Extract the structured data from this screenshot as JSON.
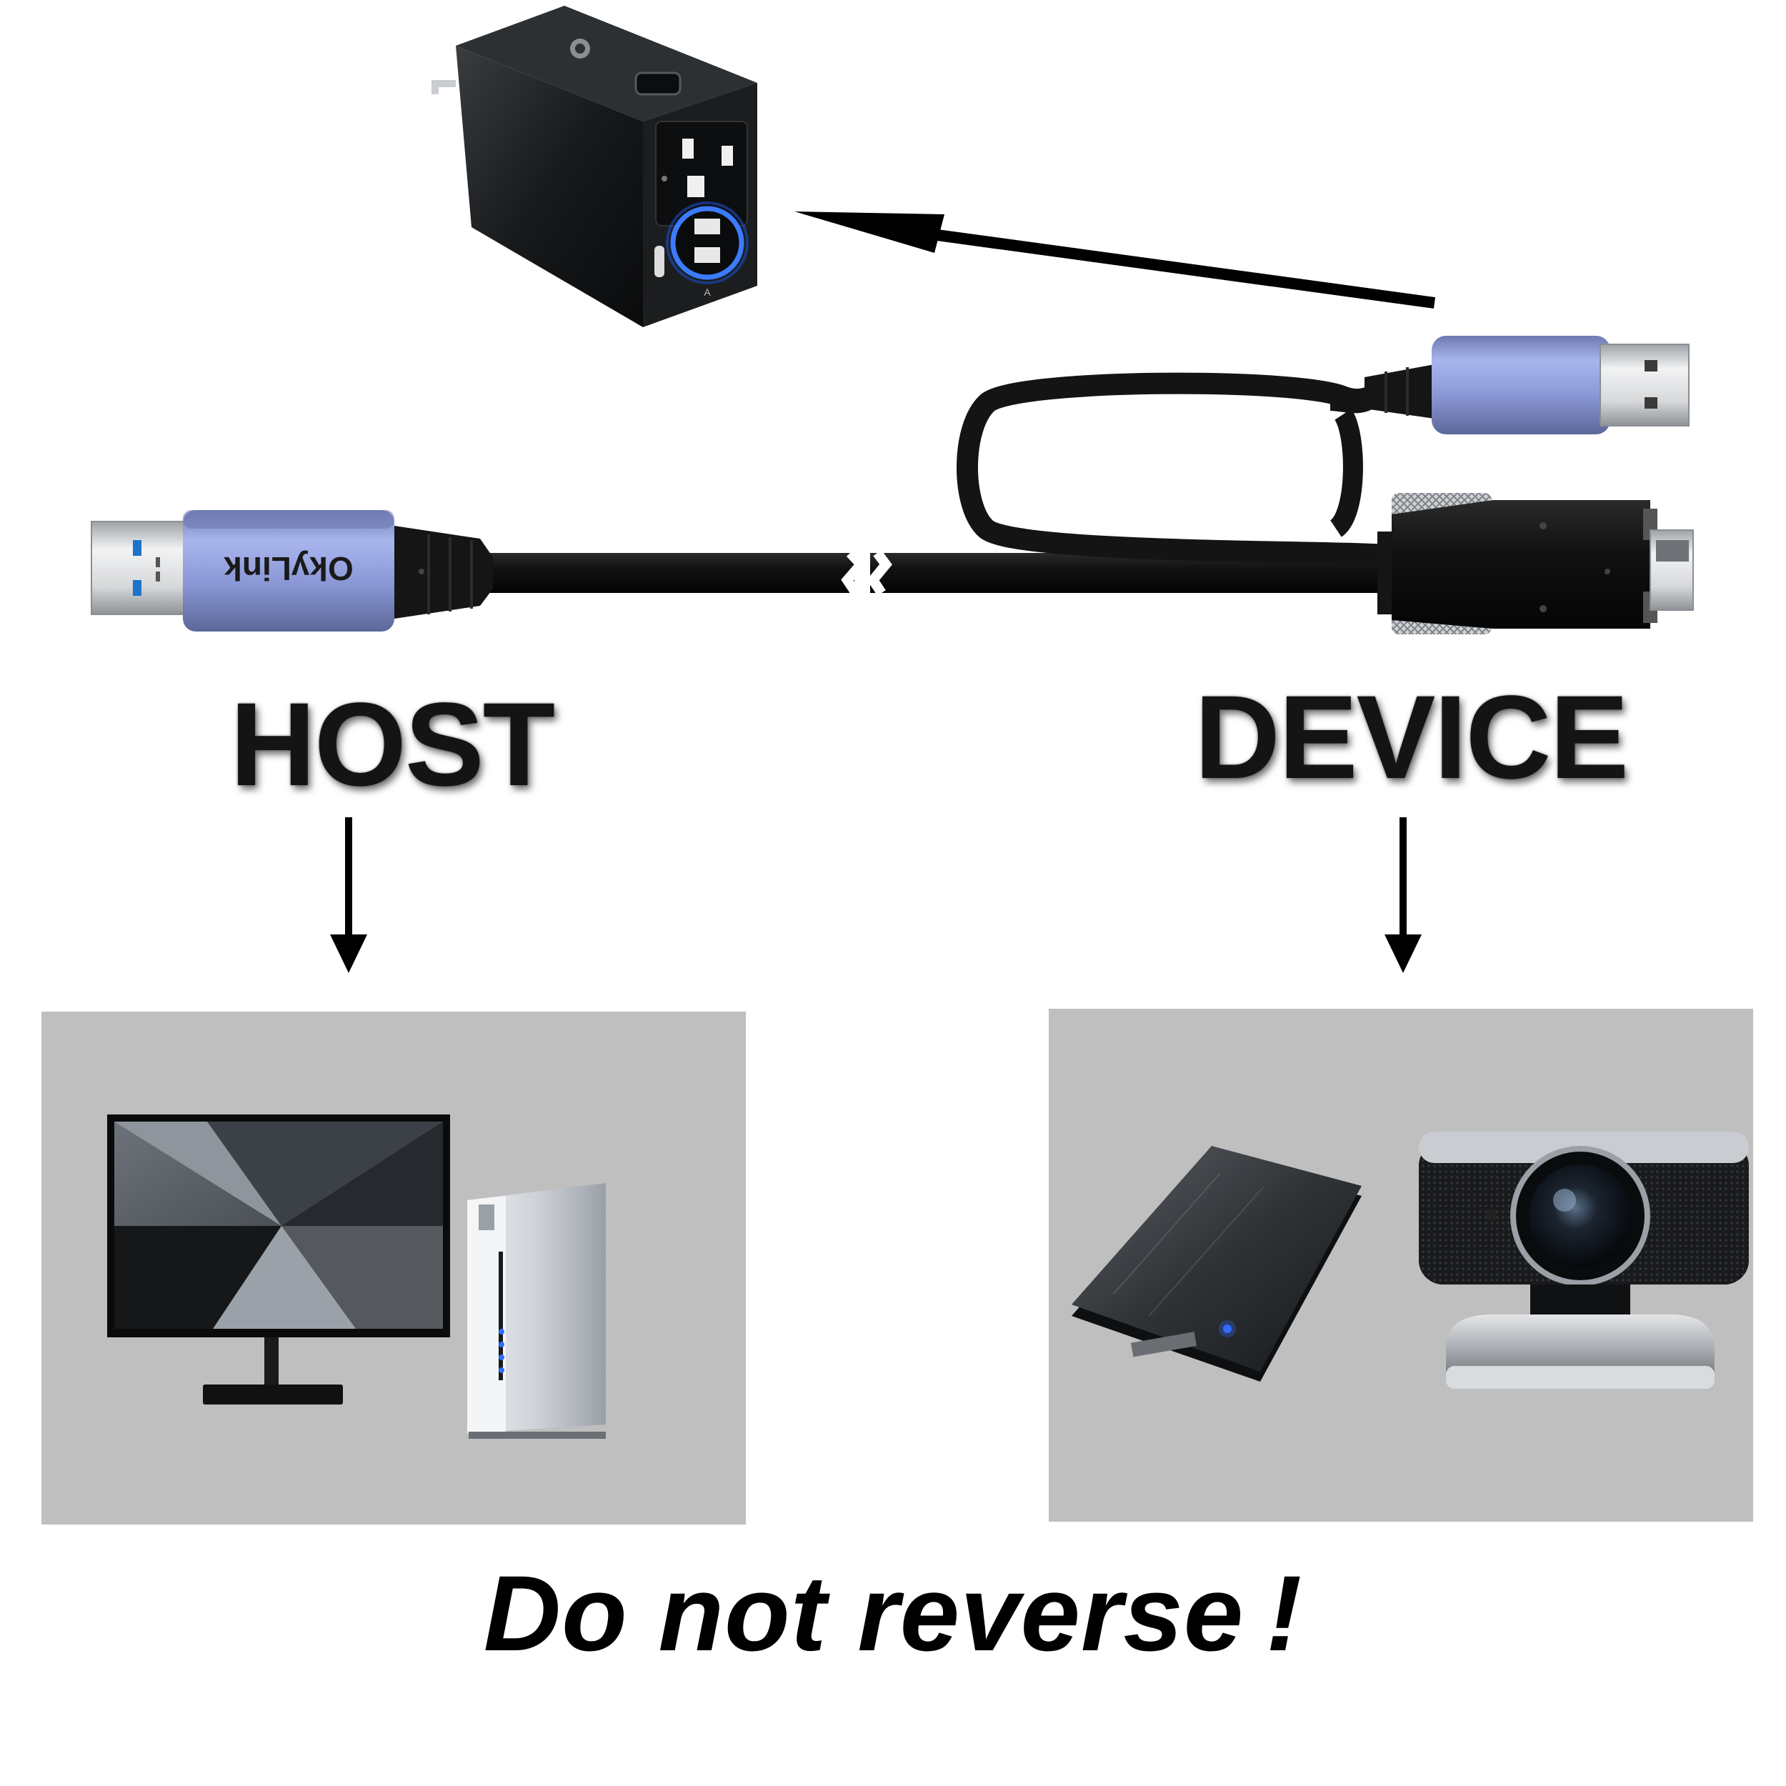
{
  "labels": {
    "host": "HOST",
    "device": "DEVICE",
    "warning": "Do not reverse !"
  },
  "cable": {
    "brand_text": "OkyLink",
    "connector_left": "USB 3.0 Type-A (host end)",
    "connector_right_data": "Micro-B with locking screws (device end)",
    "connector_right_power": "USB 2.0 Type-A (power)"
  },
  "charger": {
    "port_letter": "A"
  },
  "colors": {
    "connector_shell": "#8d9bd8",
    "cable": "#141414",
    "usb3_blue": "#1e73c8",
    "panel_bg": "#bfbfbf",
    "led_blue": "#2f6dff"
  },
  "icons": {
    "arrow": "straight-arrow",
    "host_devices": [
      "monitor-icon",
      "pc-tower-icon"
    ],
    "device_devices": [
      "external-hdd-icon",
      "webcam-icon"
    ]
  }
}
